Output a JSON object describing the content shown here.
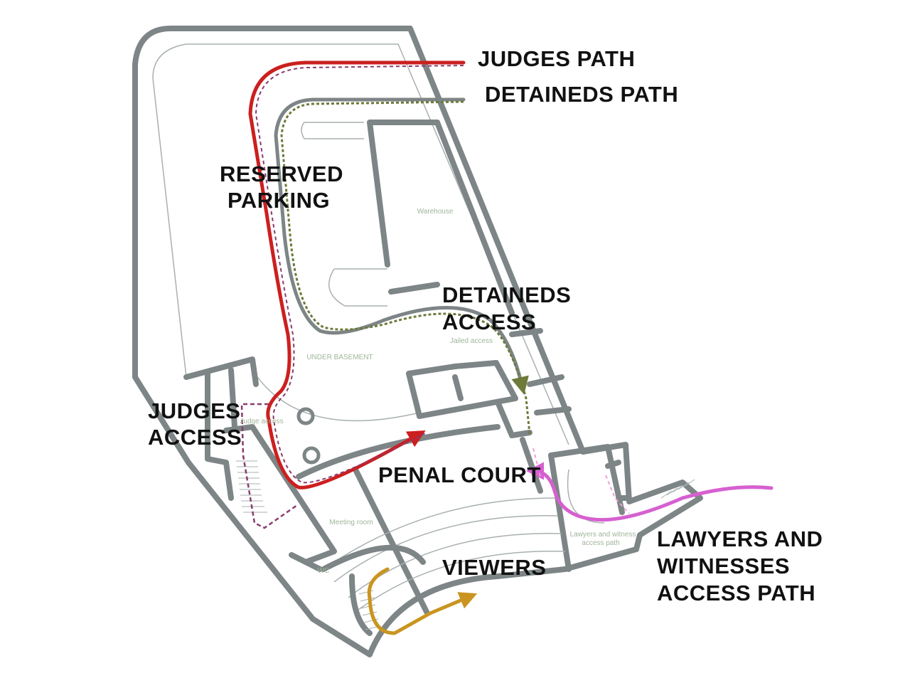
{
  "labels": {
    "judges_path": "JUDGES PATH",
    "detaineds_path": "DETAINEDS PATH",
    "reserved": "RESERVED",
    "parking": "PARKING",
    "detaineds": "DETAINEDS",
    "access": "ACCESS",
    "judges": "JUDGES",
    "judges_access2": "ACCESS",
    "penal_court": "PENAL COURT",
    "lawyers1": "LAWYERS AND",
    "lawyers2": "WITNESSES",
    "lawyers3": "ACCESS PATH",
    "viewers": "VIEWERS"
  },
  "rooms": {
    "warehouse": "Warehouse",
    "under_basement": "UNDER BASEMENT",
    "jailed_access": "Jailed access",
    "judge_access": "Judge access",
    "meeting_room": "Meeting room",
    "wc": "WC",
    "witness1": "Lawyers and witness",
    "witness2": "access path"
  },
  "colors": {
    "judges_path": "#cc1f1f",
    "judges_path_dash": "#8a3c6e",
    "detaineds_path": "#6d7a3a",
    "lawyers_path": "#d660d0",
    "viewers_path": "#c99520",
    "walls": "#7d8586"
  }
}
